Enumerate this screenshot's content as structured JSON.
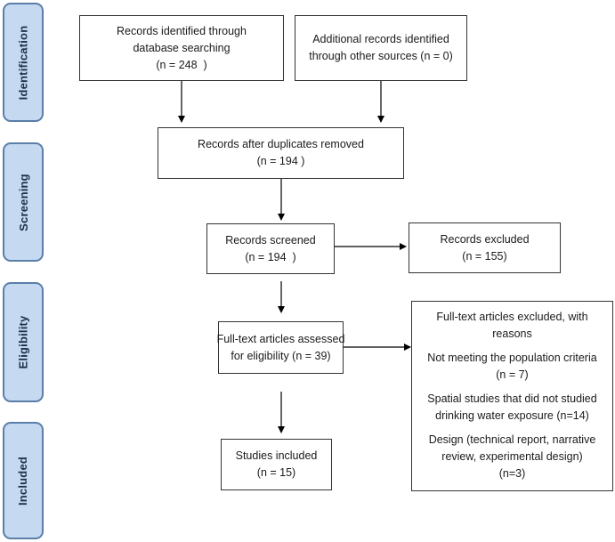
{
  "stages": {
    "identification": "Identification",
    "screening": "Screening",
    "eligibility": "Eligibility",
    "included": "Included"
  },
  "boxes": {
    "database_search": {
      "line1": "Records identified through",
      "line2": "database searching",
      "line3": "(n = 248  )"
    },
    "other_sources": {
      "line1": "Additional records identified",
      "line2": "through other sources (n = 0)"
    },
    "duplicates_removed": {
      "line1": "Records after duplicates removed",
      "line2": "(n = 194 )"
    },
    "screened": {
      "line1": "Records screened",
      "line2": "(n = 194  )"
    },
    "excluded": {
      "line1": "Records excluded",
      "line2": "(n = 155)"
    },
    "full_text_assessed": {
      "line1": "Full-text articles assessed",
      "line2": "for eligibility (n = 39)"
    },
    "studies_included": {
      "line1": "Studies included",
      "line2": "(n = 15)"
    },
    "full_text_excluded": {
      "heading_line1": "Full-text articles excluded, with",
      "heading_line2": "reasons",
      "reason1_line1": "Not meeting the population criteria",
      "reason1_line2": "(n = 7)",
      "reason2_line1": "Spatial studies that did not studied",
      "reason2_line2": "drinking water exposure (n=14)",
      "reason3_line1": "Design (technical report, narrative",
      "reason3_line2": "review, experimental design)",
      "reason3_line3": "(n=3)"
    }
  },
  "colors": {
    "stage_fill": "#c5d9f1",
    "stage_border": "#5b7fa8",
    "box_border": "#333333",
    "arrow": "#000000"
  }
}
